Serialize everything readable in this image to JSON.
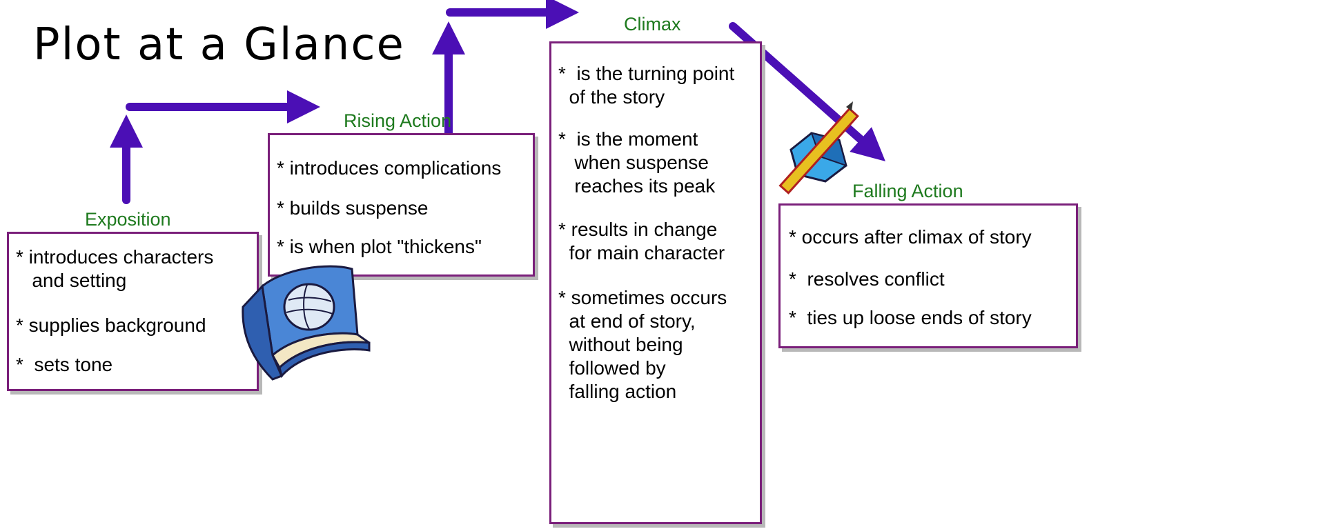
{
  "title": "Plot at a Glance",
  "colors": {
    "arrow": "#4b0fb5",
    "heading": "#1e7a1e",
    "box_border": "#7a1f7a"
  },
  "stages": {
    "exposition": {
      "heading": "Exposition",
      "items": [
        "* introduces characters\n   and setting",
        "* supplies background",
        "*  sets tone"
      ]
    },
    "rising": {
      "heading": "Rising Action",
      "items": [
        "* introduces complications",
        "* builds suspense",
        "* is when plot \"thickens\""
      ]
    },
    "climax": {
      "heading": "Climax",
      "items": [
        "*  is the turning point\n  of the story",
        "*  is the moment\n   when suspense\n   reaches its peak",
        "* results in change\n  for main character",
        "* sometimes occurs\n  at end of story,\n  without being\n  followed by\n  falling action"
      ]
    },
    "falling": {
      "heading": "Falling Action",
      "items": [
        "* occurs after climax of story",
        "*  resolves conflict",
        "*  ties up loose ends of story"
      ]
    }
  },
  "icons": {
    "book": "book-icon",
    "pencil": "pencil-sharpener-icon"
  }
}
